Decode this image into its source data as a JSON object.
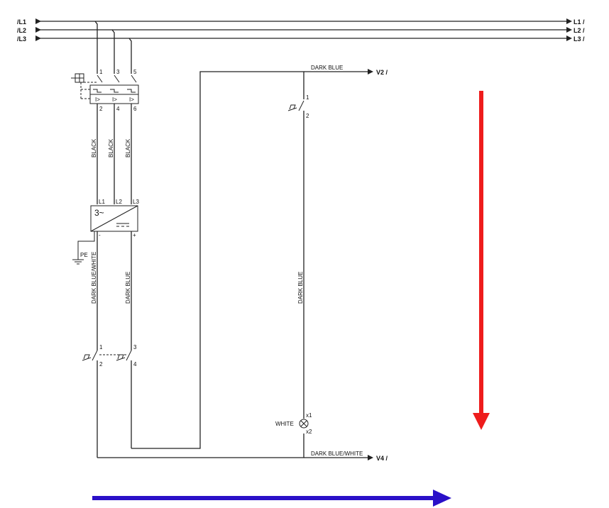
{
  "bus": {
    "left": [
      "/L1",
      "/L2",
      "/L3"
    ],
    "right": [
      "L1 /",
      "L2 /",
      "L3 /"
    ]
  },
  "breaker": {
    "terminals_top": [
      "1",
      "3",
      "5"
    ],
    "terminals_bottom": [
      "2",
      "4",
      "6"
    ],
    "trip_symbol": "I>"
  },
  "wire_colors": {
    "black": "BLACK",
    "dark_blue": "DARK BLUE",
    "dark_blue_white": "DARK BLUE/WHITE",
    "white": "WHITE"
  },
  "psu": {
    "inputs": [
      "L1",
      "L2",
      "L3"
    ],
    "ac_symbol": "3~",
    "out_minus": "-",
    "out_plus": "+"
  },
  "ground": {
    "label": "PE"
  },
  "estop": {
    "t1": "1",
    "t2": "2",
    "t3": "3",
    "t4": "4"
  },
  "switch_right": {
    "t1": "1",
    "t2": "2"
  },
  "lamp": {
    "x1": "x1",
    "x2": "x2"
  },
  "outputs": {
    "v2": "V2 /",
    "v4": "V4 /"
  },
  "arrows": {
    "red": "#ee1c1c",
    "blue": "#2a10c8"
  }
}
